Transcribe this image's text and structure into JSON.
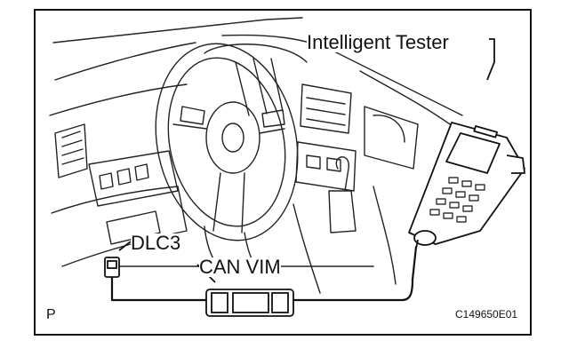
{
  "diagram": {
    "labels": {
      "tester": "Intelligent Tester",
      "dlc3": "DLC3",
      "can_vim": "CAN VIM"
    },
    "corner_mark": "P",
    "figure_code": "C149650E01"
  }
}
